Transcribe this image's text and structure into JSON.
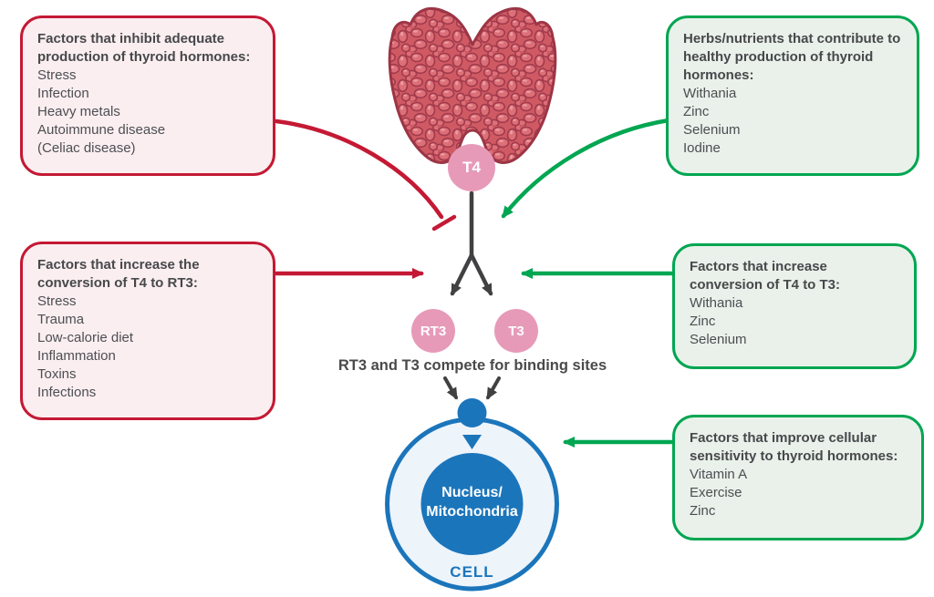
{
  "colors": {
    "inhibit_red": "#c41934",
    "red_box_bg": "#faeef0",
    "support_green": "#00a651",
    "green_box_bg": "#e9f1ea",
    "hormone_pink": "#e79ab8",
    "cell_blue": "#1b75bb",
    "cell_bg": "#edf4fa",
    "pathway_dark": "#414042",
    "text_gray": "#4d4e53"
  },
  "boxes": {
    "inhibit_production": {
      "title": "Factors that inhibit adequate production of thyroid hormones:",
      "items": [
        "Stress",
        "Infection",
        "Heavy metals",
        "Autoimmune disease",
        "(Celiac disease)"
      ]
    },
    "healthy_production": {
      "title": "Herbs/nutrients that contribute to healthy production of thyroid hormones:",
      "items": [
        "Withania",
        "Zinc",
        "Selenium",
        "Iodine"
      ]
    },
    "increase_rt3": {
      "title": "Factors that increase the conversion of T4 to RT3:",
      "items": [
        "Stress",
        "Trauma",
        "Low-calorie diet",
        "Inflammation",
        "Toxins",
        "Infections"
      ]
    },
    "increase_t3": {
      "title": "Factors that increase conversion of T4 to T3:",
      "items": [
        "Withania",
        "Zinc",
        "Selenium"
      ]
    },
    "cellular_sensitivity": {
      "title": "Factors that improve cellular sensitivity to thyroid hormones:",
      "items": [
        "Vitamin A",
        "Exercise",
        "Zinc"
      ]
    }
  },
  "nodes": {
    "t4": "T4",
    "rt3": "RT3",
    "t3": "T3"
  },
  "labels": {
    "compete": "RT3 and T3 compete for binding sites",
    "nucleus_line1": "Nucleus/",
    "nucleus_line2": "Mitochondria",
    "cell": "CELL"
  }
}
